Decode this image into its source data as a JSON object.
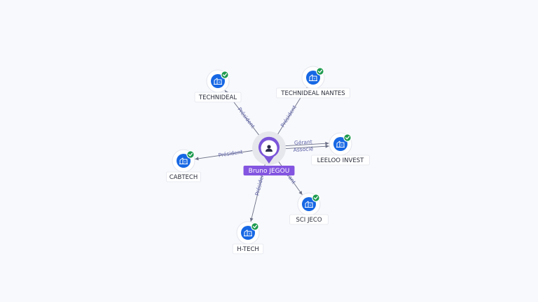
{
  "center": {
    "name": "Bruno JEGOU",
    "icon": "person-icon"
  },
  "companies": [
    {
      "id": "technideal",
      "name": "TECHNIDEAL",
      "icon": "building-icon",
      "verified": true,
      "relations": [
        "Président"
      ]
    },
    {
      "id": "technideal-nantes",
      "name": "TECHNIDEAL NANTES",
      "icon": "building-icon",
      "verified": true,
      "relations": [
        "Président"
      ]
    },
    {
      "id": "leeloo-invest",
      "name": "LEELOO INVEST",
      "icon": "building-icon",
      "verified": true,
      "relations": [
        "Gérant",
        "Associé"
      ]
    },
    {
      "id": "cabtech",
      "name": "CABTECH",
      "icon": "building-icon",
      "verified": true,
      "relations": [
        "Président"
      ]
    },
    {
      "id": "sci-jeco",
      "name": "SCI JECO",
      "icon": "building-icon",
      "verified": true,
      "relations": [
        "Gérant"
      ]
    },
    {
      "id": "h-tech",
      "name": "H-TECH",
      "icon": "building-icon",
      "verified": true,
      "relations": [
        "Président"
      ]
    }
  ],
  "colors": {
    "accent": "#7b55d9",
    "company_badge": "#1667e4",
    "verified": "#1d9a4e",
    "edge": "#6b6f86",
    "edge_label": "#5d61a8"
  }
}
